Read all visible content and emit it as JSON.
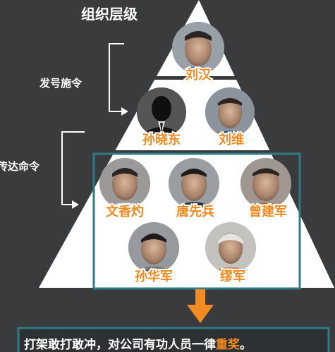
{
  "title": "组织层级",
  "side_labels": {
    "top": "发号施令",
    "middle": "传达命令"
  },
  "tiers": {
    "top": [
      "刘汉"
    ],
    "second": [
      "孙晓东",
      "刘维"
    ],
    "third": [
      "文香灼",
      "唐先兵",
      "曾建军"
    ],
    "fourth": [
      "孙华军",
      "缪军"
    ]
  },
  "banner": {
    "text": "打架敢打敢冲，对公司有功人员一律",
    "highlight": "重奖",
    "end": "。"
  },
  "colors": {
    "background": "#3a3b3d",
    "pyramid": "#ffffff",
    "frame": "#2f7a86",
    "accent": "#f28c22"
  },
  "icons": {
    "arrow": "down-arrow-icon",
    "silhouette": "person-silhouette-icon"
  }
}
